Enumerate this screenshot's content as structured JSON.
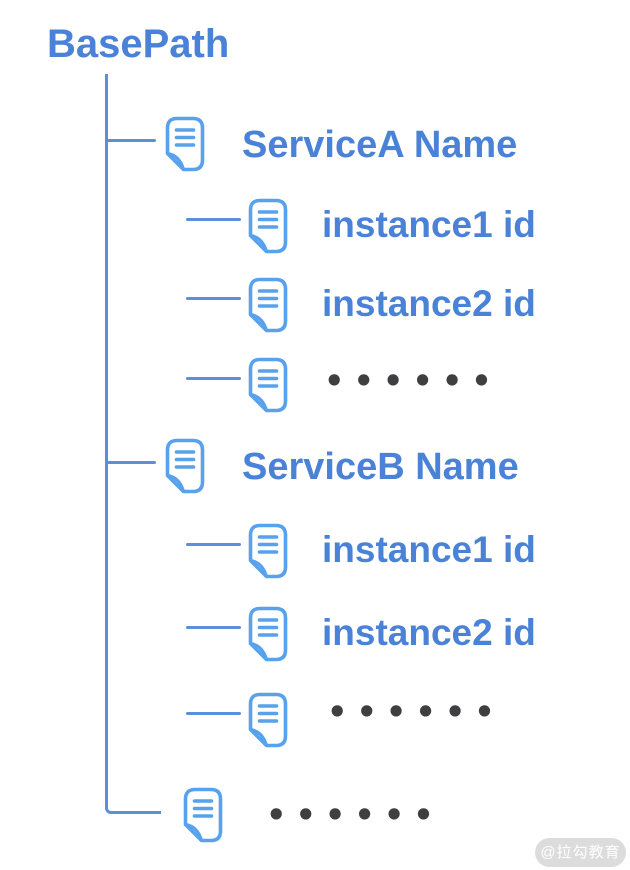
{
  "diagram": {
    "root": "BasePath",
    "services": [
      {
        "label": "ServiceA Name",
        "children": [
          "instance1 id",
          "instance2 id",
          "••••••"
        ]
      },
      {
        "label": "ServiceB Name",
        "children": [
          "instance1 id",
          "instance2 id",
          "••••••"
        ]
      }
    ],
    "more_services": "••••••"
  },
  "colors": {
    "text_blue": "#4a82d8",
    "line_blue": "#5c8fd9",
    "icon_blue": "#57a1ed",
    "dots_gray": "#3f3f41",
    "watermark_bg": "#dcdcdc",
    "watermark_text": "#ffffff"
  },
  "watermark": {
    "label": "@拉勾教育"
  }
}
